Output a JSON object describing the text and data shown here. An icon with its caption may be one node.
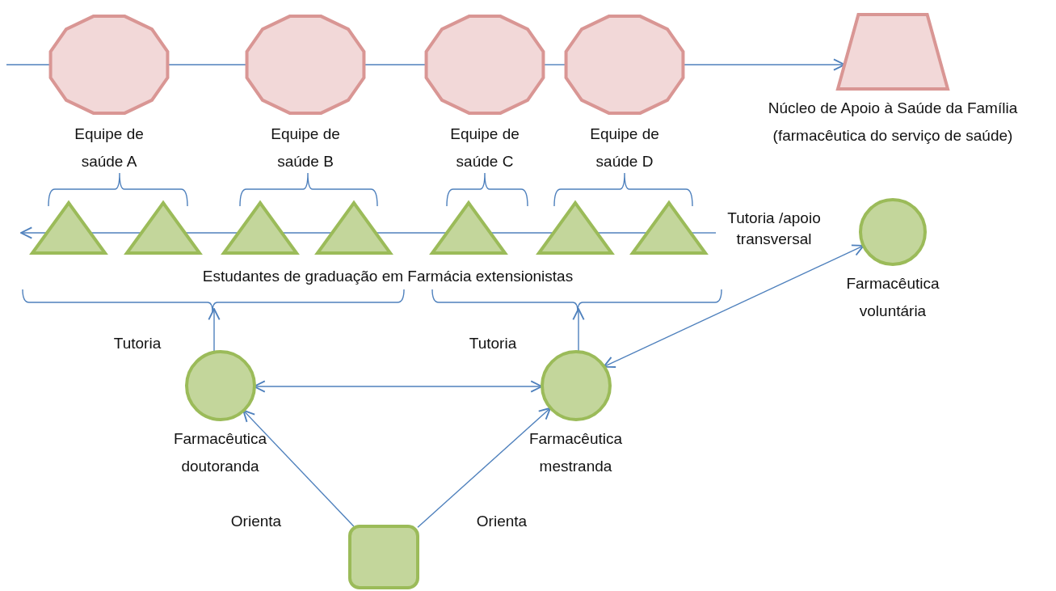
{
  "diagram": {
    "nodes": [
      {
        "text": [
          "Equipe de saúde A"
        ]
      },
      {
        "text": [
          "Equipe de saúde B"
        ]
      },
      {
        "text": [
          "Equipe de saúde C"
        ]
      },
      {
        "text": [
          "Equipe de saúde D"
        ]
      },
      {
        "text": [
          "Núcleo de Apoio à Saúde da Família (farmacêutica do serviço de saúde)"
        ]
      },
      {
        "text": [],
        "shape": "triangle"
      },
      {
        "text": [],
        "shape": "triangle"
      },
      {
        "text": [],
        "shape": "triangle"
      },
      {
        "text": [],
        "shape": "triangle"
      },
      {
        "text": [],
        "shape": "triangle"
      },
      {
        "text": [],
        "shape": "triangle"
      },
      {
        "text": [],
        "shape": "triangle"
      },
      {
        "text": [
          "Farmacêutica voluntária"
        ]
      },
      {
        "text": [
          "Farmacêutica doutoranda"
        ]
      },
      {
        "text": [
          "Farmacêutica mestranda"
        ]
      },
      {
        "text": [],
        "shape": "box"
      }
    ],
    "edges": [
      {
        "from": null,
        "to": 0,
        "arrow": "none"
      },
      {
        "from": 0,
        "to": 1,
        "arrow": "none"
      },
      {
        "from": 1,
        "to": 2,
        "arrow": "none"
      },
      {
        "from": 2,
        "to": 3,
        "arrow": "none"
      },
      {
        "from": 3,
        "to": 4,
        "arrow": "to"
      },
      {
        "from": 5,
        "to": 6,
        "arrow": "none"
      },
      {
        "from": 6,
        "to": 7,
        "arrow": "none"
      },
      {
        "from": 7,
        "to": 8,
        "arrow": "none"
      },
      {
        "from": 8,
        "to": 9,
        "arrow": "none"
      },
      {
        "from": 9,
        "to": 10,
        "arrow": "none"
      },
      {
        "from": 10,
        "to": 11,
        "arrow": "none"
      },
      {
        "from": 5,
        "to": null,
        "arrow": "to"
      },
      {
        "from": 11,
        "to": null,
        "arrow": "none"
      },
      {
        "from": 13,
        "to": null,
        "arrow": "to"
      },
      {
        "from": 14,
        "to": null,
        "arrow": "to"
      },
      {
        "from": 13,
        "to": 14,
        "arrow": "both"
      },
      {
        "from": 14,
        "to": 12,
        "arrow": "both"
      },
      {
        "from": 15,
        "to": 13,
        "arrow": "to"
      },
      {
        "from": 15,
        "to": 14,
        "arrow": "to"
      }
    ],
    "labels": [
      "Tutoria /apoio transversal",
      "Estudantes de graduação em Farmácia extensionistas",
      "Tutoria",
      "Tutoria",
      "Orienta",
      "Orienta"
    ]
  }
}
